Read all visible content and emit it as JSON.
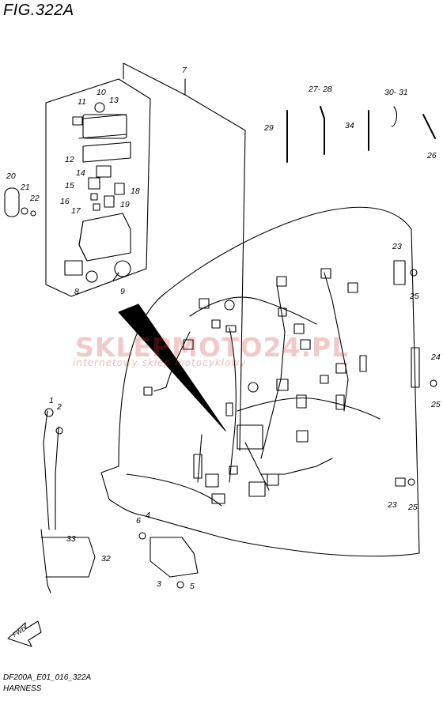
{
  "header": {
    "title": "FIG.322A"
  },
  "watermark": {
    "brand": "SKLEPMOTO24.PL",
    "tagline": "internetowy sklep motocyklowy",
    "color": "#cd3c3c"
  },
  "footer": {
    "code": "DF200A_E01_016_322A",
    "caption": "HARNESS"
  },
  "fwd_label": "FWD",
  "callouts": [
    "1",
    "2",
    "3",
    "4",
    "5",
    "6",
    "7",
    "8",
    "9",
    "10",
    "11",
    "12",
    "13",
    "14",
    "15",
    "16",
    "17",
    "18",
    "19",
    "20",
    "21",
    "22",
    "23",
    "23",
    "24",
    "25",
    "25",
    "25",
    "26",
    "27- 28",
    "29",
    "30- 31",
    "32",
    "33",
    "34"
  ]
}
